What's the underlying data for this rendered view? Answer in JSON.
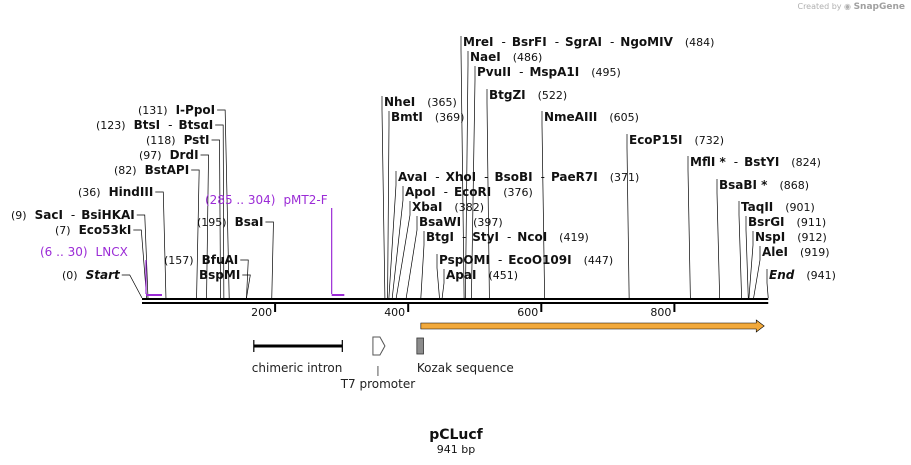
{
  "brand": {
    "created_by": "Created by",
    "app": "SnapGene"
  },
  "map": {
    "name": "pCLucf",
    "length_label": "941 bp",
    "total_bp": 941,
    "ticks": [
      "200",
      "400",
      "600",
      "800"
    ],
    "tick_values": [
      200,
      400,
      600,
      800
    ]
  },
  "sites": [
    {
      "id": "mrei",
      "pos": 484,
      "label_pos": "(484)",
      "names": [
        "MreI",
        "BsrFI",
        "SgrAI",
        "NgoMIV"
      ]
    },
    {
      "id": "naei",
      "pos": 486,
      "label_pos": "(486)",
      "names": [
        "NaeI"
      ]
    },
    {
      "id": "pvuii",
      "pos": 495,
      "label_pos": "(495)",
      "names": [
        "PvuII",
        "MspA1I"
      ]
    },
    {
      "id": "btgzi",
      "pos": 522,
      "label_pos": "(522)",
      "names": [
        "BtgZI"
      ]
    },
    {
      "id": "ppoi",
      "pos": 131,
      "label_pos": "(131)",
      "names": [
        "I-PpoI"
      ]
    },
    {
      "id": "btsi",
      "pos": 123,
      "label_pos": "(123)",
      "names": [
        "BtsI",
        "BtsαI"
      ]
    },
    {
      "id": "psti",
      "pos": 118,
      "label_pos": "(118)",
      "names": [
        "PstI"
      ]
    },
    {
      "id": "drdi",
      "pos": 97,
      "label_pos": "(97)",
      "names": [
        "DrdI"
      ]
    },
    {
      "id": "bstapi",
      "pos": 82,
      "label_pos": "(82)",
      "names": [
        "BstAPI"
      ]
    },
    {
      "id": "hind",
      "pos": 36,
      "label_pos": "(36)",
      "names": [
        "HindIII"
      ]
    },
    {
      "id": "saci",
      "pos": 9,
      "label_pos": "(9)",
      "names": [
        "SacI",
        "BsiHKAI"
      ]
    },
    {
      "id": "eco53",
      "pos": 7,
      "label_pos": "(7)",
      "names": [
        "Eco53kI"
      ]
    },
    {
      "id": "start",
      "pos": 0,
      "label_pos": "(0)",
      "names": [
        "Start"
      ]
    },
    {
      "id": "bsai",
      "pos": 195,
      "label_pos": "(195)",
      "names": [
        "BsaI"
      ]
    },
    {
      "id": "bfuai",
      "pos": 157,
      "label_pos": "(157)",
      "names": [
        "BfuAI"
      ]
    },
    {
      "id": "bspmi",
      "pos": 157,
      "label_pos": "",
      "names": [
        "BspMI"
      ]
    },
    {
      "id": "nhei",
      "pos": 365,
      "label_pos": "(365)",
      "names": [
        "NheI"
      ]
    },
    {
      "id": "bmti",
      "pos": 369,
      "label_pos": "(369)",
      "names": [
        "BmtI"
      ]
    },
    {
      "id": "nmeaiii",
      "pos": 605,
      "label_pos": "(605)",
      "names": [
        "NmeAIII"
      ]
    },
    {
      "id": "ecop15i",
      "pos": 732,
      "label_pos": "(732)",
      "names": [
        "EcoP15I"
      ]
    },
    {
      "id": "mfli",
      "pos": 824,
      "label_pos": "(824)",
      "names": [
        "MflI *",
        "BstYI"
      ]
    },
    {
      "id": "bsabi",
      "pos": 868,
      "label_pos": "(868)",
      "names": [
        "BsaBI *"
      ]
    },
    {
      "id": "taqii",
      "pos": 901,
      "label_pos": "(901)",
      "names": [
        "TaqII"
      ]
    },
    {
      "id": "bsrgi",
      "pos": 911,
      "label_pos": "(911)",
      "names": [
        "BsrGI"
      ]
    },
    {
      "id": "nspi",
      "pos": 912,
      "label_pos": "(912)",
      "names": [
        "NspI"
      ]
    },
    {
      "id": "alei",
      "pos": 919,
      "label_pos": "(919)",
      "names": [
        "AleI"
      ]
    },
    {
      "id": "end",
      "pos": 941,
      "label_pos": "(941)",
      "names": [
        "End"
      ]
    },
    {
      "id": "avai",
      "pos": 371,
      "label_pos": "(371)",
      "names": [
        "AvaI",
        "XhoI",
        "BsoBI",
        "PaeR7I"
      ]
    },
    {
      "id": "apoi",
      "pos": 376,
      "label_pos": "(376)",
      "names": [
        "ApoI",
        "EcoRI"
      ]
    },
    {
      "id": "xbai",
      "pos": 382,
      "label_pos": "(382)",
      "names": [
        "XbaI"
      ]
    },
    {
      "id": "bsawi",
      "pos": 397,
      "label_pos": "(397)",
      "names": [
        "BsaWI"
      ]
    },
    {
      "id": "btgi",
      "pos": 419,
      "label_pos": "(419)",
      "names": [
        "BtgI",
        "StyI",
        "NcoI"
      ]
    },
    {
      "id": "pspomi",
      "pos": 447,
      "label_pos": "(447)",
      "names": [
        "PspOMI",
        "EcoO109I"
      ]
    },
    {
      "id": "apai",
      "pos": 451,
      "label_pos": "(451)",
      "names": [
        "ApaI"
      ]
    }
  ],
  "primers": [
    {
      "id": "lncx",
      "range": "(6 .. 30)",
      "name": "LNCX",
      "start": 6,
      "end": 30
    },
    {
      "id": "pmt2f",
      "range": "(285 .. 304)",
      "name": "pMT2-F",
      "start": 285,
      "end": 304
    }
  ],
  "features": [
    {
      "id": "chimeric-intron",
      "label": "chimeric intron",
      "start": 168,
      "end": 301
    },
    {
      "id": "t7-promoter",
      "label": "T7 promoter",
      "start": 347,
      "end": 366
    },
    {
      "id": "kozak",
      "label": "Kozak sequence",
      "start": 413,
      "end": 423
    }
  ],
  "orf": {
    "start": 419,
    "end": 941,
    "color": "#f2a93b"
  },
  "colors": {
    "primer": "#9b2bd6",
    "backbone": "#000000",
    "orf": "#f2a93b",
    "kozak": "#8c8c8c"
  }
}
